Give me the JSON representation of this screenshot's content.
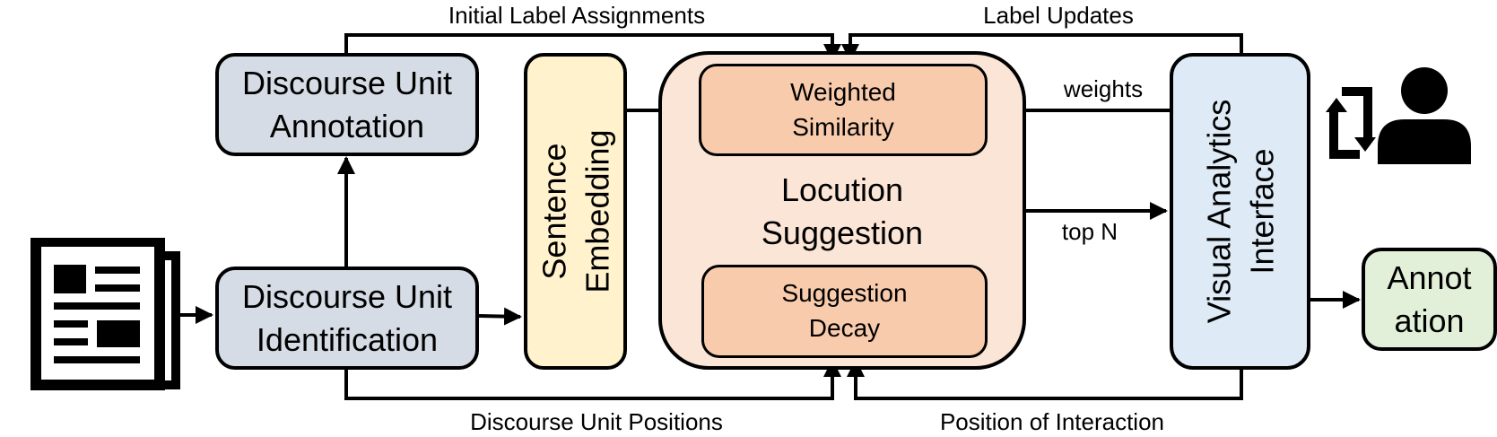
{
  "boxes": {
    "annotation": "Discourse Unit\nAnnotation",
    "identification": "Discourse Unit\nIdentification",
    "embedding": "Sentence\nEmbedding",
    "locution": "Locution\nSuggestion",
    "weighted": "Weighted\nSimilarity",
    "decay": "Suggestion\nDecay",
    "visual": "Visual Analytics\nInterface",
    "annotation_out": "Annot\nation"
  },
  "edges": {
    "initial_label_assignments": "Initial Label Assignments",
    "label_updates": "Label Updates",
    "weights": "weights",
    "top_n": "top N",
    "discourse_unit_positions": "Discourse Unit Positions",
    "position_of_interaction": "Position of Interaction"
  },
  "icons": {
    "input": "newspaper-icon",
    "user": "user-icon",
    "refresh": "sync-icon"
  }
}
